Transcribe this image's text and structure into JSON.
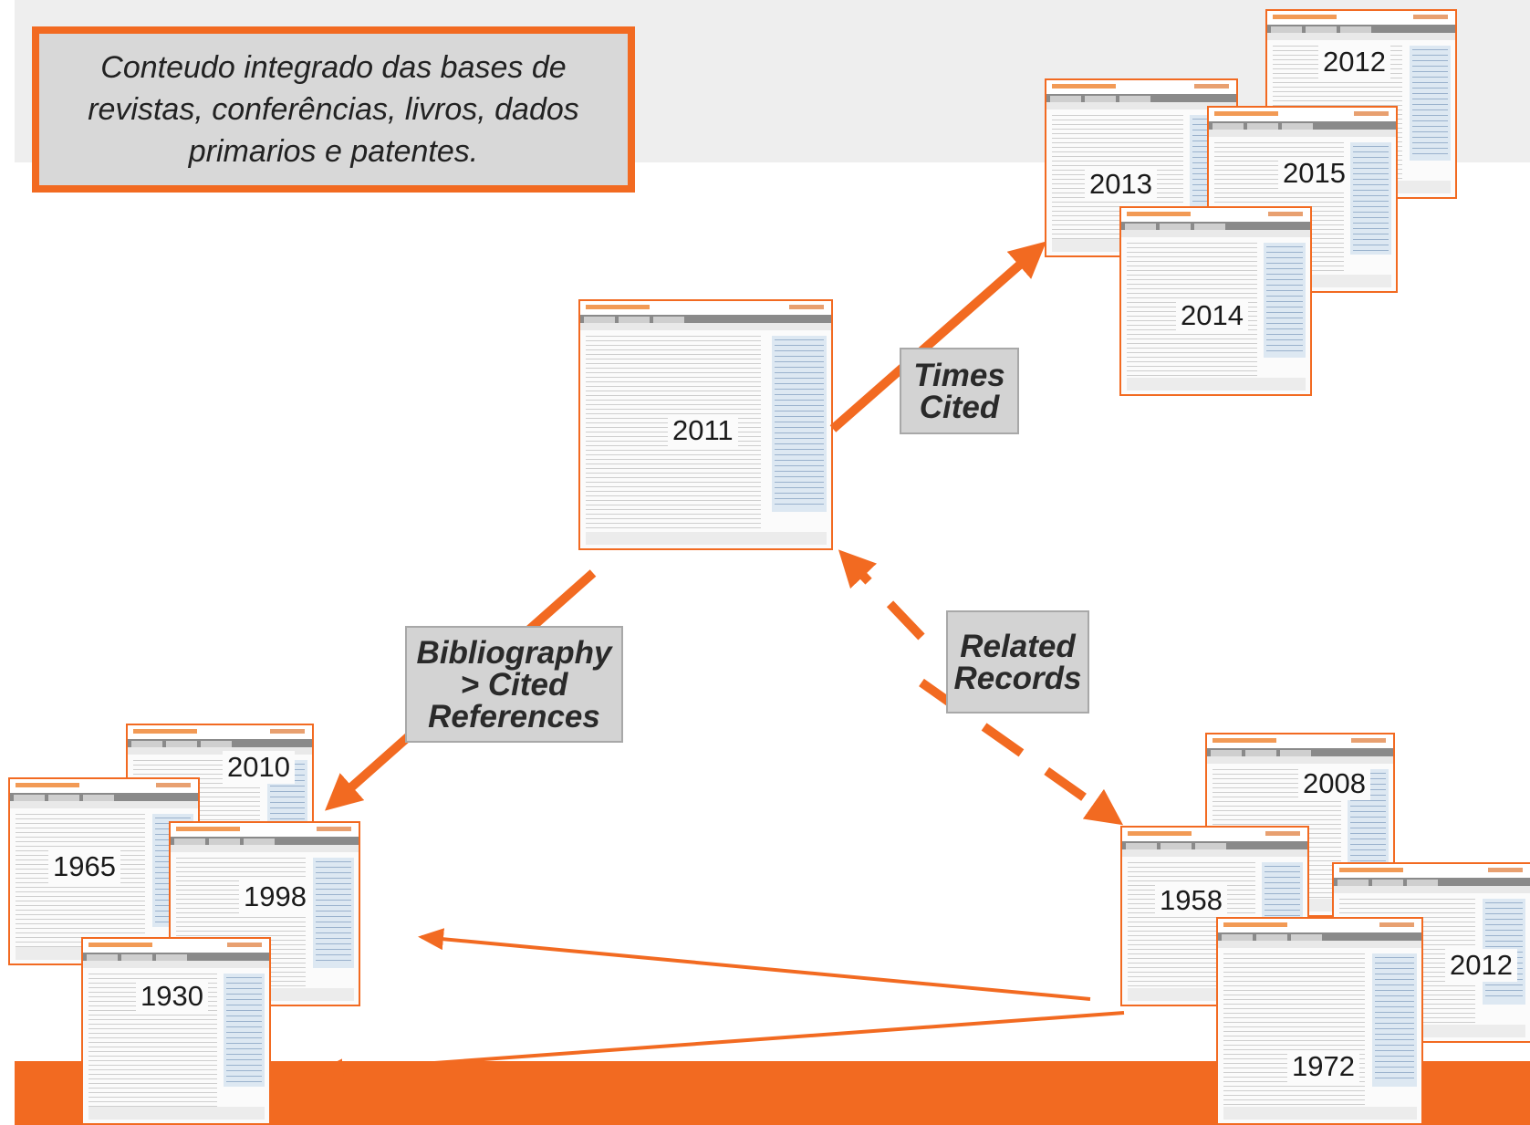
{
  "callout": {
    "text": "Conteudo integrado das bases de revistas, conferências, livros, dados primarios e patentes."
  },
  "labels": {
    "times_cited": "Times\nCited",
    "bibliography": "Bibliography\n>  Cited\nReferences",
    "related_records": "Related\nRecords"
  },
  "records": {
    "center": "2011",
    "cited_2012": "2012",
    "cited_2013": "2013",
    "cited_2015": "2015",
    "cited_2014": "2014",
    "ref_2010": "2010",
    "ref_1965": "1965",
    "ref_1998": "1998",
    "ref_1930": "1930",
    "rel_2008": "2008",
    "rel_1958": "1958",
    "rel_2012": "2012",
    "rel_1972": "1972"
  },
  "colors": {
    "accent": "#f26a21",
    "label_bg": "#d3d3d3",
    "band_top": "#eeeeee"
  }
}
